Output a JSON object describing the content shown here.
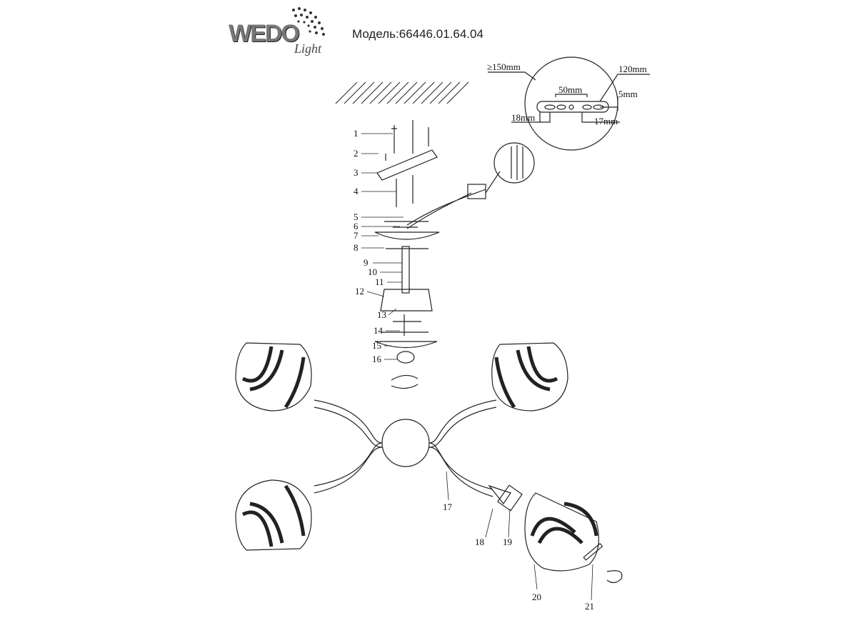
{
  "header": {
    "brand": "WEDO Light",
    "model_label": "Модель:66446.01.64.04"
  },
  "dimensions": {
    "min_diameter": "≥150mm",
    "bracket_length": "120mm",
    "hole_spacing": "50mm",
    "thickness": "5mm",
    "left_offset": "18mm",
    "right_offset": "17mm"
  },
  "callouts": [
    "1",
    "2",
    "3",
    "4",
    "5",
    "6",
    "7",
    "8",
    "9",
    "10",
    "11",
    "12",
    "13",
    "14",
    "15",
    "16",
    "17",
    "18",
    "19",
    "20",
    "21"
  ]
}
